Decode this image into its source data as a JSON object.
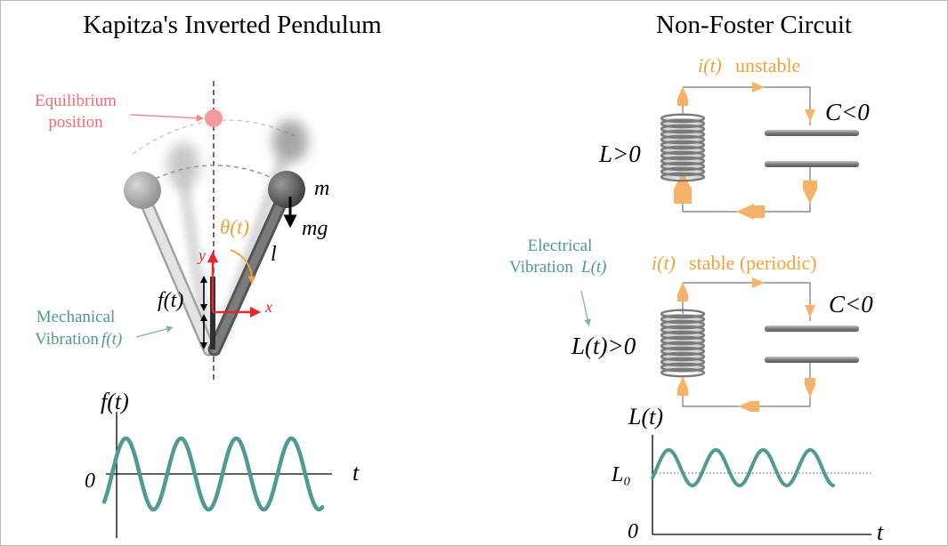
{
  "left": {
    "title": "Kapitza's Inverted Pendulum",
    "equilibrium_line1": "Equilibrium",
    "equilibrium_line2": "position",
    "mechanical_line1": "Mechanical",
    "mechanical_line2": "Vibration",
    "mechanical_fn": "f(t)",
    "label_m": "m",
    "label_mg": "mg",
    "label_l": "l",
    "label_theta": "θ(t)",
    "label_y": "y",
    "label_x": "x",
    "label_f": "f(t)",
    "graph_ylabel": "f(t)",
    "graph_xlabel": "t",
    "graph_zero": "0"
  },
  "right": {
    "title": "Non-Foster Circuit",
    "top_current": "i(t)",
    "top_current_desc": "unstable",
    "label_L_top": "L>0",
    "label_C_top": "C<0",
    "electrical_line1": "Electrical",
    "electrical_line2": "Vibration",
    "electrical_fn": "L(t)",
    "bottom_current": "i(t)",
    "bottom_current_desc": "stable (periodic)",
    "label_L_bottom": "L(t)>0",
    "label_C_bottom": "C<0",
    "graph_ylabel": "L(t)",
    "graph_l0": "L₀",
    "graph_zero": "0",
    "graph_xlabel": "t"
  },
  "colors": {
    "teal": "#4f9a92",
    "orange": "#f7b26a",
    "pink": "#f26b73",
    "red": "#e8262b"
  }
}
